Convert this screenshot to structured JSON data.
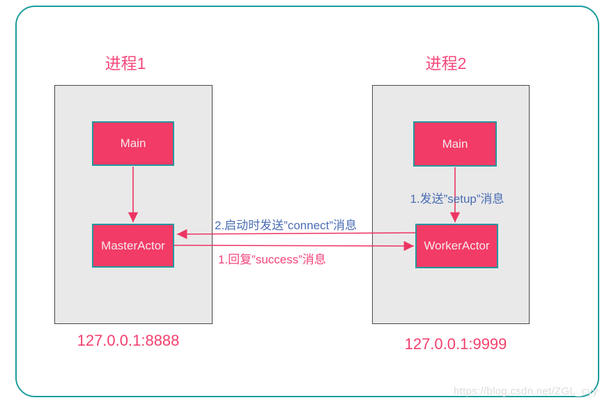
{
  "diagram": {
    "processes": [
      {
        "title": "进程1",
        "main": "Main",
        "actor": "MasterActor",
        "address": "127.0.0.1:8888"
      },
      {
        "title": "进程2",
        "main": "Main",
        "actor": "WorkerActor",
        "address": "127.0.0.1:9999"
      }
    ],
    "messages": {
      "setup": "1.发送”setup”消息",
      "connect": "2.启动时发送”connect”消息",
      "success": "1.回复”success”消息"
    },
    "arrows": [
      {
        "from": "process1-main",
        "to": "master-actor",
        "label": ""
      },
      {
        "from": "process2-main",
        "to": "worker-actor",
        "label": "1.发送”setup”消息"
      },
      {
        "from": "worker-actor",
        "to": "master-actor",
        "label": "2.启动时发送”connect”消息"
      },
      {
        "from": "master-actor",
        "to": "worker-actor",
        "label": "1.回复”success”消息"
      }
    ],
    "watermark": "https://blog.csdn.net/ZGL_cyy",
    "colors": {
      "actor_fill_pink": "#F23B66",
      "actor_border_teal": "#23989D",
      "actor_text": "#F8E9EC",
      "outer_border_teal": "#1B9C9C",
      "arrow_pink": "#EC3563",
      "label_blue": "#4A6DB4",
      "label_pink": "#F5447A",
      "title_pink": "#F5487B",
      "address_pink": "#F43F6D",
      "container_fill": "#E9E9E9",
      "container_border": "#474747",
      "watermark_gray": "#DCDCDC"
    }
  }
}
